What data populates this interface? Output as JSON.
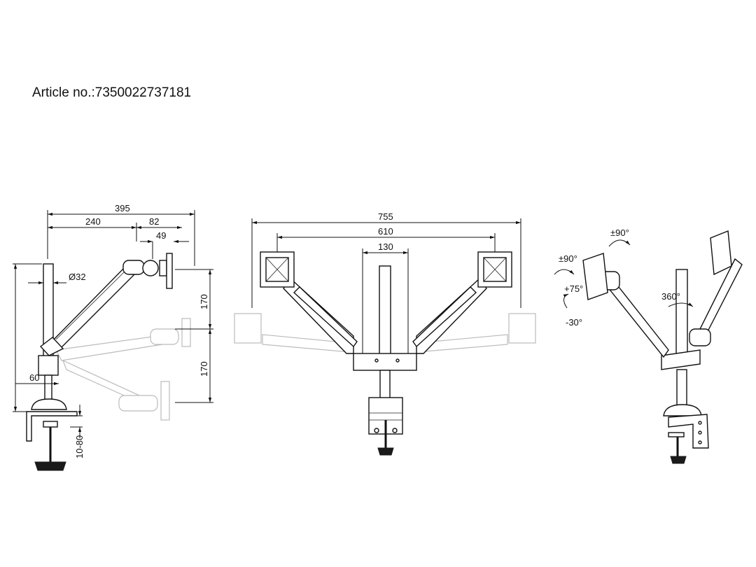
{
  "article": "Article no.:7350022737181",
  "side_view": {
    "width_total": "395",
    "width_arm": "240",
    "width_head": "82",
    "width_plate": "49",
    "diameter": "Ø32",
    "height_up": "170",
    "height_down": "170",
    "base_height": "60",
    "clamp_range": "10-80"
  },
  "front_view": {
    "span_total": "755",
    "span_vesa": "610",
    "span_bar": "130"
  },
  "iso_view": {
    "rotate": "±90°",
    "swivel": "±90°",
    "tilt_up": "+75°",
    "tilt_down": "-30°",
    "pole_rotation": "360°"
  },
  "colors": {
    "line": "#111111",
    "ghost": "#bbbbbb"
  }
}
